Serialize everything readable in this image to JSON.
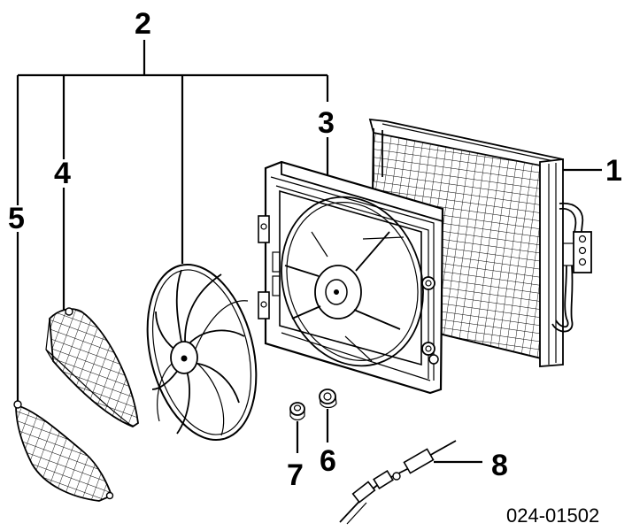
{
  "diagram": {
    "part_number": "024-01502",
    "callouts": {
      "c1": "1",
      "c2": "2",
      "c3": "3",
      "c4": "4",
      "c5": "5",
      "c6": "6",
      "c7": "7",
      "c8": "8"
    }
  }
}
